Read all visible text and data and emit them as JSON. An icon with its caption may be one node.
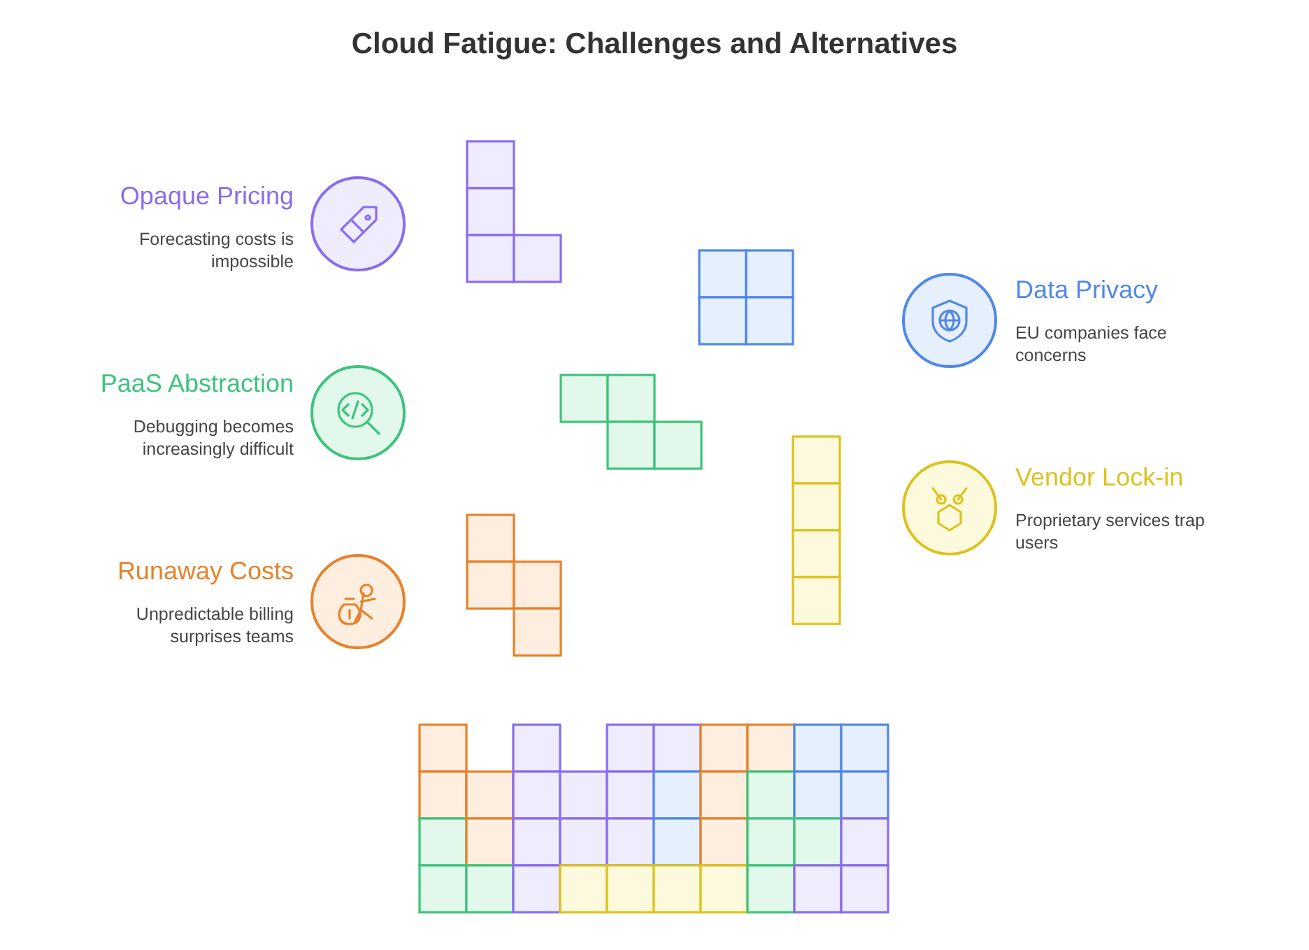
{
  "diagram": {
    "title": "Cloud Fatigue: Challenges and Alternatives",
    "labels": [
      "Opaque Pricing",
      "Forecasting costs is impossible",
      "Data Privacy",
      "EU companies face concerns",
      "PaaS Abstraction",
      "Debugging becomes increasingly difficult",
      "Vendor Lock-in",
      "Proprietary services trap users",
      "Runaway Costs",
      "Unpredictable billing surprises teams"
    ]
  }
}
